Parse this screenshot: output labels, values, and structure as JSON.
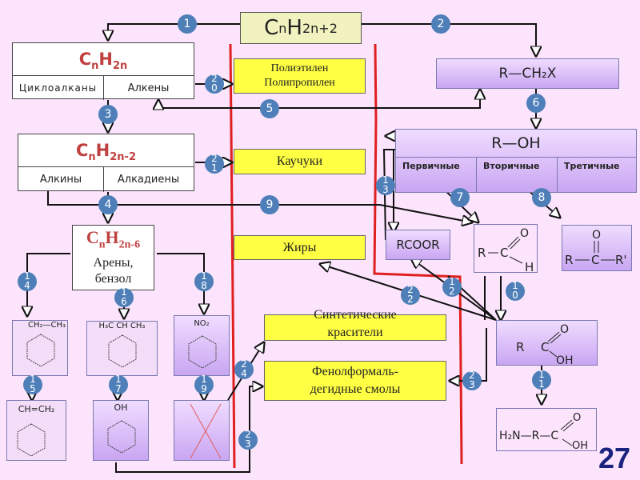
{
  "slide": {
    "page_number": "27",
    "accent_red": "#e02020",
    "badge_color": "#4f7fb8"
  },
  "nodes": {
    "alkanes": {
      "formula_main": "C",
      "sub1": "n",
      "mid": "H",
      "sub2": "2n+2"
    },
    "cnh2n": {
      "formula_c": "C",
      "sub1": "n",
      "h": "H",
      "sub2": "2n",
      "left": "Циклоалканы",
      "right": "Алкены"
    },
    "cnh2n2": {
      "formula_c": "C",
      "sub1": "n",
      "h": "H",
      "sub2": "2n-2",
      "left": "Алкины",
      "right": "Алкадиены"
    },
    "arenes": {
      "formula_c": "C",
      "sub1": "n",
      "h": "H",
      "sub2": "2n-6",
      "line1": "Арены,",
      "line2": "бензол"
    },
    "haloalkane": {
      "label": "R—CH₂X"
    },
    "alcohol": {
      "label": "R—OH",
      "primary": "Первичные",
      "secondary": "Вторичные",
      "tertiary": "Третичные"
    },
    "ester": {
      "label": "RCOOR"
    },
    "aldehyde": {
      "r": "R",
      "c": "C",
      "o": "O",
      "h": "H"
    },
    "ketone": {
      "r": "R",
      "c": "C",
      "o": "O",
      "r2": "R'"
    },
    "acid": {
      "r": "R",
      "c": "C",
      "o": "O",
      "oh": "OH"
    },
    "aminoacid": {
      "h2n": "H₂N—R—C",
      "o": "O",
      "oh": "OH"
    },
    "ethylbenzene": {
      "sub": "CH₂—CH₃"
    },
    "cumene": {
      "sub": "H₃C   CH   CH₃"
    },
    "nitrobenzene": {
      "sub": "NO₂"
    },
    "styrene": {
      "sub": "CH=CH₂"
    },
    "phenol": {
      "sub": "OH"
    }
  },
  "products": {
    "polymers": {
      "line1": "Полиэтилен",
      "line2": "Полипропилен"
    },
    "rubbers": "Каучуки",
    "fats": "Жиры",
    "dyes": {
      "line1": "Синтетические",
      "line2": "красители"
    },
    "resins": {
      "line1": "Фенолформаль-",
      "line2": "дегидные смолы"
    }
  },
  "badges": [
    "1",
    "2",
    "3",
    "4",
    "5",
    "6",
    "7",
    "8",
    "9",
    "10",
    "11",
    "12",
    "13",
    "14",
    "15",
    "16",
    "17",
    "18",
    "19",
    "20",
    "21",
    "22",
    "23",
    "24"
  ]
}
